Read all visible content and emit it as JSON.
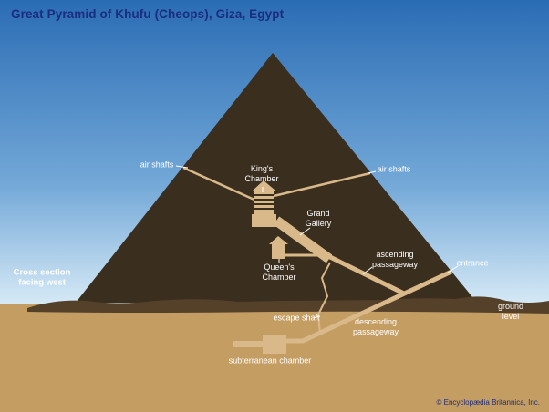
{
  "header": {
    "title": "Great Pyramid of Khufu (Cheops), Giza, Egypt"
  },
  "caption": {
    "text": "Cross section\nfacing west"
  },
  "credit": {
    "text": "© Encyclopædia Britannica, Inc."
  },
  "labels": {
    "air_shafts_left": "air shafts",
    "kings_chamber": "King's\nChamber",
    "air_shafts_right": "air shafts",
    "grand_gallery": "Grand\nGallery",
    "ascending_passageway": "ascending\npassageway",
    "entrance": "entrance",
    "queens_chamber": "Queen's\nChamber",
    "ground_level": "ground level",
    "escape_shaft": "escape shaft",
    "descending_passageway": "descending\npassageway",
    "subterranean_chamber": "subterranean chamber"
  },
  "colors": {
    "sky_top": "#2a6cb4",
    "sky_mid": "#74a9d8",
    "sky_bottom": "#ddeef8",
    "pyramid": "#3a2e1f",
    "passage": "#d9b98a",
    "ground": "#c49d63",
    "terrain": "#55412a",
    "title": "#1b2d7e",
    "label": "#ffffff"
  }
}
